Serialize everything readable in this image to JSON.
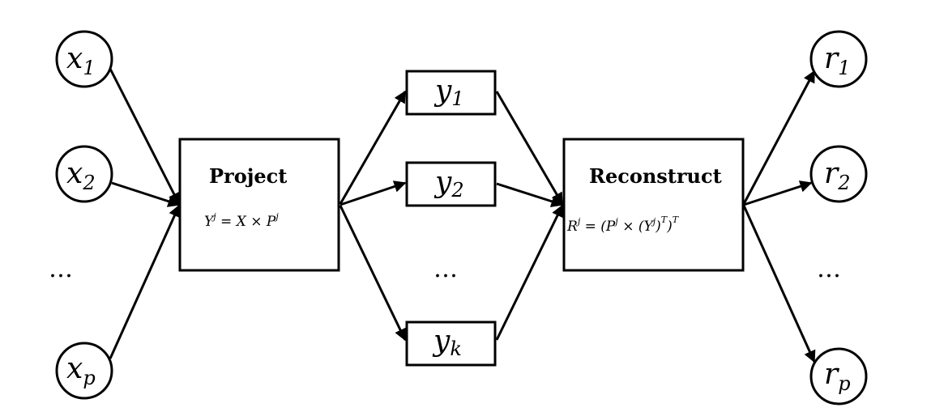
{
  "inputs": [
    {
      "base": "x",
      "sub": "1"
    },
    {
      "base": "x",
      "sub": "2"
    },
    {
      "base": "x",
      "sub": "p"
    }
  ],
  "hidden": [
    {
      "base": "y",
      "sub": "1"
    },
    {
      "base": "y",
      "sub": "2"
    },
    {
      "base": "y",
      "sub": "k"
    }
  ],
  "outputs": [
    {
      "base": "r",
      "sub": "1"
    },
    {
      "base": "r",
      "sub": "2"
    },
    {
      "base": "r",
      "sub": "p"
    }
  ],
  "ellipsis": "…",
  "project": {
    "title": "Project",
    "equation": {
      "Y": "Y",
      "j1": "j",
      "mid": " = X × ",
      "P": "P",
      "j2": "j"
    }
  },
  "reconstruct": {
    "title": "Reconstruct",
    "equation": {
      "R": "R",
      "j1": "j",
      "p1": " = (",
      "P": "P",
      "j2": "j",
      "p2": " × (",
      "Y": "Y",
      "j3": "j",
      "p3": ")",
      "T1": "T",
      "p4": ")",
      "T2": "T"
    }
  }
}
